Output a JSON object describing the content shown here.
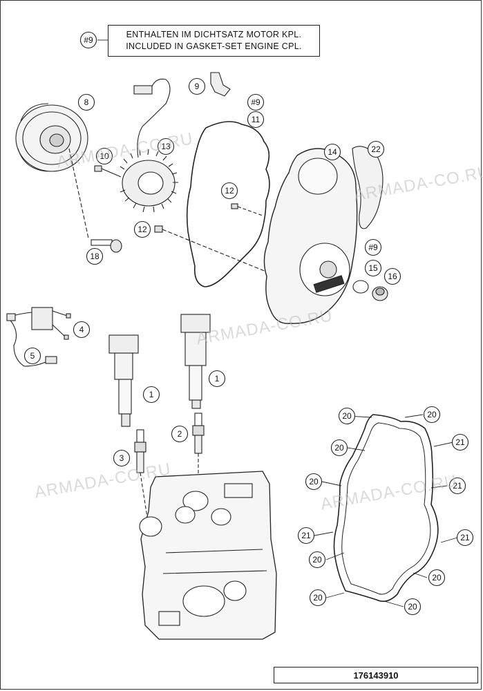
{
  "note": {
    "ref": "#9",
    "line1": "ENTHALTEN IM DICHTSATZ MOTOR KPL.",
    "line2": "INCLUDED IN GASKET-SET ENGINE CPL."
  },
  "figure_number": "176143910",
  "watermark": "ARMADA-CO.RU",
  "callouts": [
    "#9",
    "8",
    "9",
    "#9",
    "11",
    "10",
    "13",
    "14",
    "22",
    "12",
    "12",
    "18",
    "#9",
    "15",
    "16",
    "4",
    "5",
    "1",
    "1",
    "2",
    "3",
    "20",
    "20",
    "20",
    "21",
    "20",
    "21",
    "21",
    "21",
    "20",
    "20",
    "20",
    "20"
  ]
}
